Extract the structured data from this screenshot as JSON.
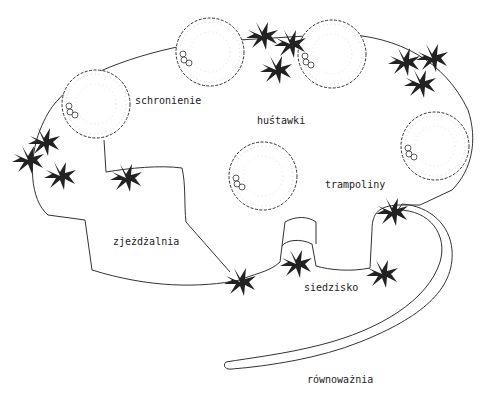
{
  "diagram": {
    "labels": [
      "schronienie",
      "huśtawki",
      "trampoliny",
      "zjeżdżalnia",
      "siedzisko",
      "równoważnia"
    ]
  }
}
